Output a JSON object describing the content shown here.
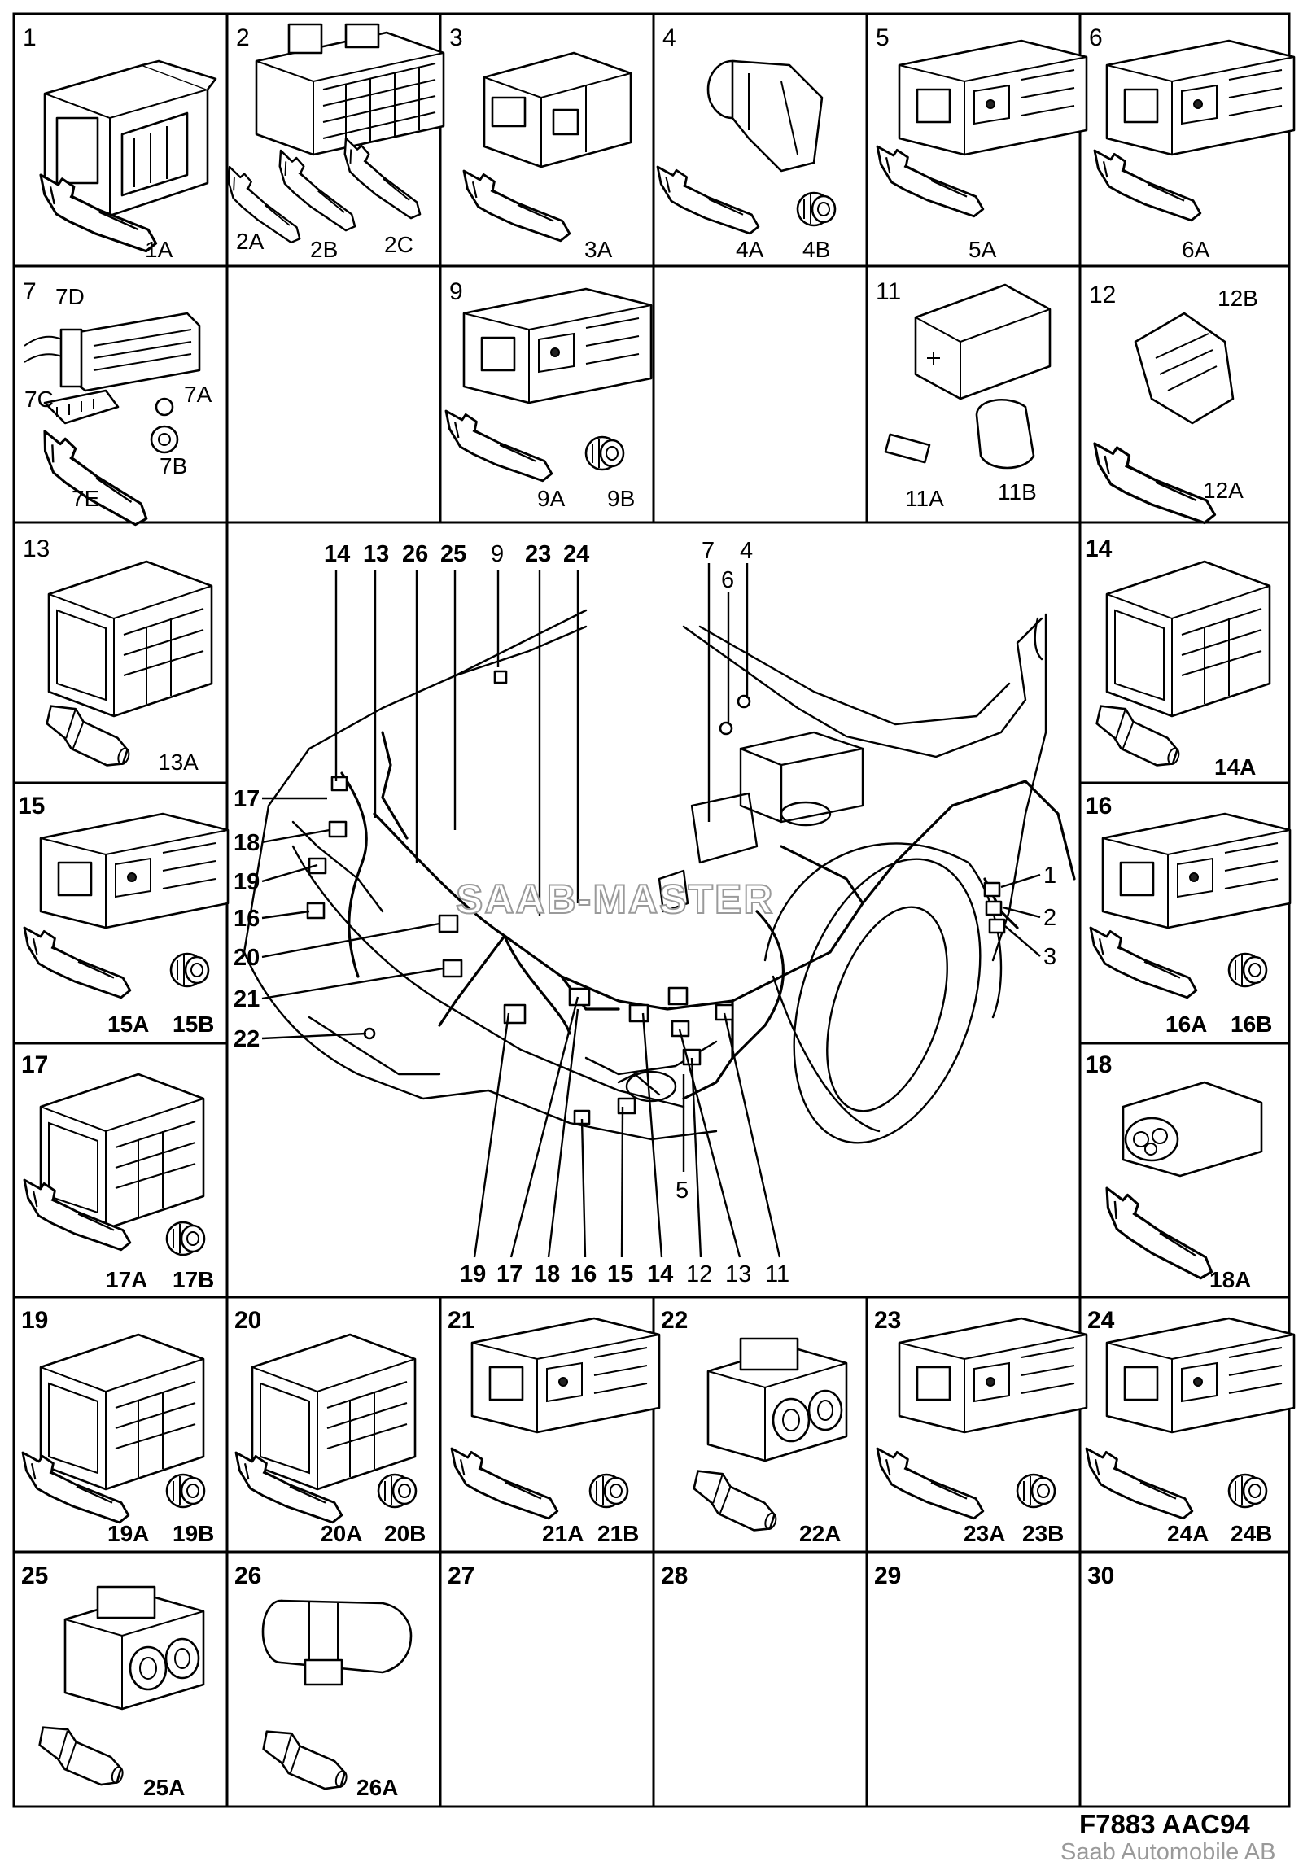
{
  "cells": [
    {
      "num": "1",
      "subs": [
        "1A"
      ]
    },
    {
      "num": "2",
      "subs": [
        "2A",
        "2B",
        "2C"
      ]
    },
    {
      "num": "3",
      "subs": [
        "3A"
      ]
    },
    {
      "num": "4",
      "subs": [
        "4A",
        "4B"
      ]
    },
    {
      "num": "5",
      "subs": [
        "5A"
      ]
    },
    {
      "num": "6",
      "subs": [
        "6A"
      ]
    },
    {
      "num": "7",
      "subs": [
        "7D",
        "7C",
        "7A",
        "7B",
        "7E"
      ]
    },
    {
      "num": "",
      "subs": []
    },
    {
      "num": "9",
      "subs": [
        "9A",
        "9B"
      ]
    },
    {
      "num": "",
      "subs": []
    },
    {
      "num": "11",
      "subs": [
        "11A",
        "11B"
      ]
    },
    {
      "num": "12",
      "subs": [
        "12B",
        "12A"
      ]
    },
    {
      "num": "13",
      "subs": [
        "13A"
      ]
    },
    {
      "num": "14",
      "subs": [
        "14A"
      ]
    },
    {
      "num": "15",
      "subs": [
        "15A",
        "15B"
      ]
    },
    {
      "num": "16",
      "subs": [
        "16A",
        "16B"
      ]
    },
    {
      "num": "17",
      "subs": [
        "17A",
        "17B"
      ]
    },
    {
      "num": "18",
      "subs": [
        "18A"
      ]
    },
    {
      "num": "19",
      "subs": [
        "19A",
        "19B"
      ]
    },
    {
      "num": "20",
      "subs": [
        "20A",
        "20B"
      ]
    },
    {
      "num": "21",
      "subs": [
        "21A",
        "21B"
      ]
    },
    {
      "num": "22",
      "subs": [
        "22A"
      ]
    },
    {
      "num": "23",
      "subs": [
        "23A",
        "23B"
      ]
    },
    {
      "num": "24",
      "subs": [
        "24A",
        "24B"
      ]
    },
    {
      "num": "25",
      "subs": [
        "25A"
      ]
    },
    {
      "num": "26",
      "subs": [
        "26A"
      ]
    },
    {
      "num": "27",
      "subs": []
    },
    {
      "num": "28",
      "subs": []
    },
    {
      "num": "29",
      "subs": []
    },
    {
      "num": "30",
      "subs": []
    }
  ],
  "callouts": {
    "top_left": [
      "14",
      "13",
      "26",
      "25",
      "9",
      "23",
      "24"
    ],
    "top_right": [
      "7",
      "6",
      "4"
    ],
    "left": [
      "17",
      "18",
      "19",
      "16",
      "20",
      "21",
      "22"
    ],
    "right": [
      "1",
      "2",
      "3"
    ],
    "bottom": [
      "19",
      "17",
      "18",
      "16",
      "15",
      "14",
      "12",
      "13",
      "11"
    ],
    "middle": [
      "5"
    ]
  },
  "watermark": "SAAB-MASTER",
  "figure_code": "F7883  AAC94",
  "copyright": "Saab Automobile AB"
}
